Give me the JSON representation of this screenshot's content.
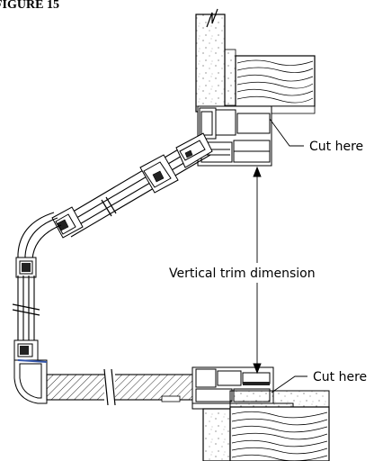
{
  "figure": {
    "title": "FIGURE 15"
  },
  "labels": {
    "cut_top": "Cut here",
    "vertical_trim": "Vertical trim dimension",
    "cut_bottom": "Cut here"
  },
  "colors": {
    "line": "#000000",
    "concrete_dot": "#555555",
    "background": "#ffffff"
  }
}
